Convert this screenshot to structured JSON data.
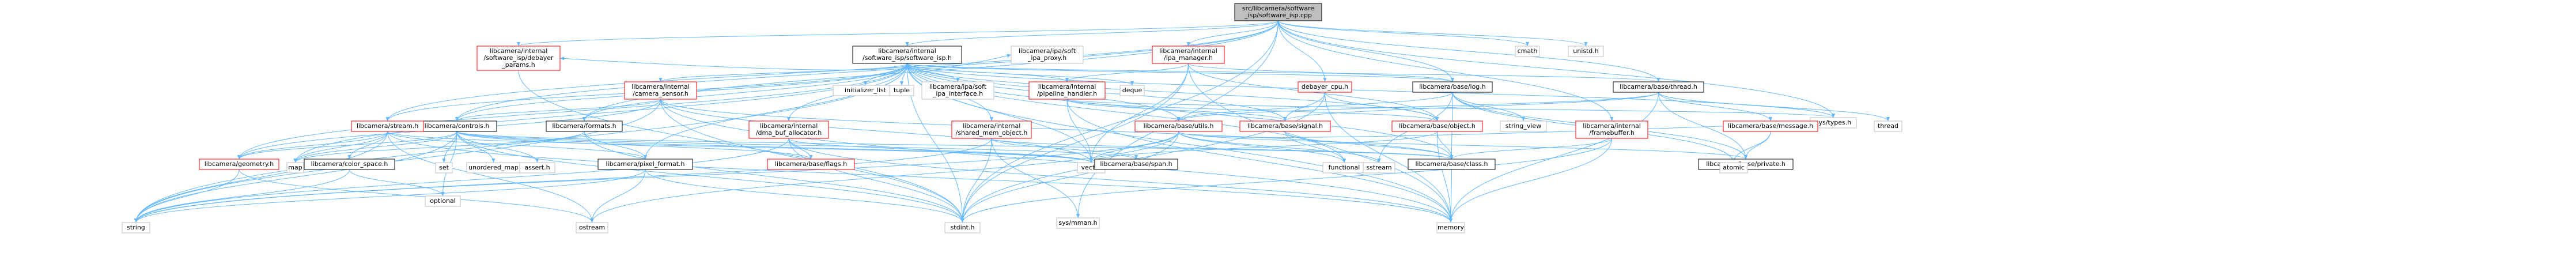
{
  "colors": {
    "edge": "#63b8ff",
    "root_fill": "#bfbfbf",
    "node_border_default": "#000000",
    "node_border_linked": "#ff0000",
    "node_border_system": "#bfbfbf",
    "text": "#000000"
  },
  "nodes": [
    {
      "id": "root",
      "lines": [
        "src/libcamera/software",
        "_isp/software_isp.cpp"
      ],
      "kind": "root"
    },
    {
      "id": "sw_isp_h",
      "lines": [
        "libcamera/internal",
        "/software_isp/software_isp.h"
      ],
      "kind": "default"
    },
    {
      "id": "ipa_manager",
      "lines": [
        "libcamera/internal",
        "/ipa_manager.h"
      ],
      "kind": "linked"
    },
    {
      "id": "debayer_cpu",
      "lines": [
        "debayer_cpu.h"
      ],
      "kind": "linked"
    },
    {
      "id": "base_log",
      "lines": [
        "libcamera/base/log.h"
      ],
      "kind": "default"
    },
    {
      "id": "base_thread",
      "lines": [
        "libcamera/base/thread.h"
      ],
      "kind": "default"
    },
    {
      "id": "cmath",
      "lines": [
        "cmath"
      ],
      "kind": "system"
    },
    {
      "id": "unistd",
      "lines": [
        "unistd.h"
      ],
      "kind": "system"
    },
    {
      "id": "sys_types",
      "lines": [
        "sys/types.h"
      ],
      "kind": "system"
    },
    {
      "id": "sys_mman",
      "lines": [
        "sys/mman.h"
      ],
      "kind": "system"
    },
    {
      "id": "dbg_params",
      "lines": [
        "libcamera/internal",
        "/software_isp/debayer",
        "_params.h"
      ],
      "kind": "linked"
    },
    {
      "id": "formats",
      "lines": [
        "libcamera/formats.h"
      ],
      "kind": "default"
    },
    {
      "id": "controls",
      "lines": [
        "libcamera/controls.h"
      ],
      "kind": "default"
    },
    {
      "id": "stream",
      "lines": [
        "libcamera/stream.h"
      ],
      "kind": "linked"
    },
    {
      "id": "camera_sensor",
      "lines": [
        "libcamera/internal",
        "/camera_sensor.h"
      ],
      "kind": "linked"
    },
    {
      "id": "dma_buf",
      "lines": [
        "libcamera/internal",
        "/dma_buf_allocator.h"
      ],
      "kind": "linked"
    },
    {
      "id": "shared_mem",
      "lines": [
        "libcamera/internal",
        "/shared_mem_object.h"
      ],
      "kind": "linked"
    },
    {
      "id": "pipeline_handler",
      "lines": [
        "libcamera/internal",
        "/pipeline_handler.h"
      ],
      "kind": "linked"
    },
    {
      "id": "initializer_list",
      "lines": [
        "initializer_list"
      ],
      "kind": "system"
    },
    {
      "id": "tuple",
      "lines": [
        "tuple"
      ],
      "kind": "system"
    },
    {
      "id": "ipa_soft_iface",
      "lines": [
        "libcamera/ipa/soft",
        "_ipa_interface.h"
      ],
      "kind": "system"
    },
    {
      "id": "ipa_soft_proxy",
      "lines": [
        "libcamera/ipa/soft",
        "_ipa_proxy.h"
      ],
      "kind": "system"
    },
    {
      "id": "deque",
      "lines": [
        "deque"
      ],
      "kind": "system"
    },
    {
      "id": "base_signal",
      "lines": [
        "libcamera/base/signal.h"
      ],
      "kind": "linked"
    },
    {
      "id": "base_object",
      "lines": [
        "libcamera/base/object.h"
      ],
      "kind": "linked"
    },
    {
      "id": "base_utils",
      "lines": [
        "libcamera/base/utils.h"
      ],
      "kind": "linked"
    },
    {
      "id": "framebuffer",
      "lines": [
        "libcamera/internal",
        "/framebuffer.h"
      ],
      "kind": "linked"
    },
    {
      "id": "base_message",
      "lines": [
        "libcamera/base/message.h"
      ],
      "kind": "linked"
    },
    {
      "id": "string_view",
      "lines": [
        "string_view"
      ],
      "kind": "system"
    },
    {
      "id": "thread",
      "lines": [
        "thread"
      ],
      "kind": "system"
    },
    {
      "id": "geometry",
      "lines": [
        "libcamera/geometry.h"
      ],
      "kind": "linked"
    },
    {
      "id": "color_space",
      "lines": [
        "libcamera/color_space.h"
      ],
      "kind": "default"
    },
    {
      "id": "map",
      "lines": [
        "map"
      ],
      "kind": "system"
    },
    {
      "id": "set",
      "lines": [
        "set"
      ],
      "kind": "system"
    },
    {
      "id": "unordered_map",
      "lines": [
        "unordered_map"
      ],
      "kind": "system"
    },
    {
      "id": "assert_h",
      "lines": [
        "assert.h"
      ],
      "kind": "system"
    },
    {
      "id": "pixel_format",
      "lines": [
        "libcamera/pixel_format.h"
      ],
      "kind": "default"
    },
    {
      "id": "base_flags",
      "lines": [
        "libcamera/base/flags.h"
      ],
      "kind": "linked"
    },
    {
      "id": "vector",
      "lines": [
        "vector"
      ],
      "kind": "system"
    },
    {
      "id": "base_span",
      "lines": [
        "libcamera/base/span.h"
      ],
      "kind": "default"
    },
    {
      "id": "base_class",
      "lines": [
        "libcamera/base/class.h"
      ],
      "kind": "default"
    },
    {
      "id": "base_private",
      "lines": [
        "libcamera/base/private.h"
      ],
      "kind": "default"
    },
    {
      "id": "functional",
      "lines": [
        "functional"
      ],
      "kind": "system"
    },
    {
      "id": "sstream",
      "lines": [
        "sstream"
      ],
      "kind": "system"
    },
    {
      "id": "atomic",
      "lines": [
        "atomic"
      ],
      "kind": "system"
    },
    {
      "id": "string",
      "lines": [
        "string"
      ],
      "kind": "system"
    },
    {
      "id": "optional",
      "lines": [
        "optional"
      ],
      "kind": "system"
    },
    {
      "id": "ostream",
      "lines": [
        "ostream"
      ],
      "kind": "system"
    },
    {
      "id": "stdint",
      "lines": [
        "stdint.h"
      ],
      "kind": "system"
    },
    {
      "id": "memory",
      "lines": [
        "memory"
      ],
      "kind": "system"
    }
  ],
  "edges": [
    [
      "root",
      "sw_isp_h"
    ],
    [
      "root",
      "ipa_manager"
    ],
    [
      "root",
      "debayer_cpu"
    ],
    [
      "root",
      "base_log"
    ],
    [
      "root",
      "base_thread"
    ],
    [
      "root",
      "cmath"
    ],
    [
      "root",
      "unistd"
    ],
    [
      "root",
      "sys_types"
    ],
    [
      "root",
      "sys_mman"
    ],
    [
      "root",
      "dbg_params"
    ],
    [
      "root",
      "formats"
    ],
    [
      "root",
      "controls"
    ],
    [
      "root",
      "stream"
    ],
    [
      "root",
      "stdint"
    ],
    [
      "root",
      "framebuffer"
    ],
    [
      "sw_isp_h",
      "dbg_params"
    ],
    [
      "sw_isp_h",
      "formats"
    ],
    [
      "sw_isp_h",
      "controls"
    ],
    [
      "sw_isp_h",
      "stream"
    ],
    [
      "sw_isp_h",
      "camera_sensor"
    ],
    [
      "sw_isp_h",
      "dma_buf"
    ],
    [
      "sw_isp_h",
      "shared_mem"
    ],
    [
      "sw_isp_h",
      "pipeline_handler"
    ],
    [
      "sw_isp_h",
      "initializer_list"
    ],
    [
      "sw_isp_h",
      "tuple"
    ],
    [
      "sw_isp_h",
      "ipa_soft_iface"
    ],
    [
      "sw_isp_h",
      "ipa_soft_proxy"
    ],
    [
      "sw_isp_h",
      "deque"
    ],
    [
      "sw_isp_h",
      "base_signal"
    ],
    [
      "sw_isp_h",
      "base_object"
    ],
    [
      "sw_isp_h",
      "base_log"
    ],
    [
      "sw_isp_h",
      "base_thread"
    ],
    [
      "sw_isp_h",
      "base_utils"
    ],
    [
      "sw_isp_h",
      "geometry"
    ],
    [
      "sw_isp_h",
      "pixel_format"
    ],
    [
      "sw_isp_h",
      "functional"
    ],
    [
      "sw_isp_h",
      "map"
    ],
    [
      "sw_isp_h",
      "memory"
    ],
    [
      "sw_isp_h",
      "stdint"
    ],
    [
      "sw_isp_h",
      "string"
    ],
    [
      "sw_isp_h",
      "vector"
    ],
    [
      "sw_isp_h",
      "base_class"
    ],
    [
      "sw_isp_h",
      "sys_types"
    ],
    [
      "ipa_manager",
      "base_log"
    ],
    [
      "ipa_manager",
      "base_object"
    ],
    [
      "ipa_manager",
      "pipeline_handler"
    ],
    [
      "ipa_manager",
      "stdint"
    ],
    [
      "ipa_manager",
      "vector"
    ],
    [
      "ipa_manager",
      "memory"
    ],
    [
      "debayer_cpu",
      "base_object"
    ],
    [
      "debayer_cpu",
      "base_signal"
    ],
    [
      "debayer_cpu",
      "stdint"
    ],
    [
      "debayer_cpu",
      "memory"
    ],
    [
      "base_log",
      "string_view"
    ],
    [
      "base_log",
      "sstream"
    ],
    [
      "base_log",
      "atomic"
    ],
    [
      "base_log",
      "base_class"
    ],
    [
      "base_log",
      "base_utils"
    ],
    [
      "base_log",
      "base_private"
    ],
    [
      "base_thread",
      "thread"
    ],
    [
      "base_thread",
      "memory"
    ],
    [
      "base_thread",
      "sys_types"
    ],
    [
      "base_thread",
      "base_message"
    ],
    [
      "base_thread",
      "base_signal"
    ],
    [
      "base_thread",
      "base_utils"
    ],
    [
      "base_thread",
      "base_private"
    ],
    [
      "base_message",
      "atomic"
    ],
    [
      "base_message",
      "base_private"
    ],
    [
      "base_object",
      "memory"
    ],
    [
      "base_object",
      "vector"
    ],
    [
      "base_object",
      "base_class"
    ],
    [
      "base_utils",
      "vector"
    ],
    [
      "base_utils",
      "string"
    ],
    [
      "base_utils",
      "sstream"
    ],
    [
      "base_utils",
      "stdint"
    ],
    [
      "base_utils",
      "functional"
    ],
    [
      "base_utils",
      "ostream"
    ],
    [
      "base_utils",
      "base_private"
    ],
    [
      "base_utils",
      "sys_types"
    ],
    [
      "base_signal",
      "functional"
    ],
    [
      "base_signal",
      "base_class"
    ],
    [
      "framebuffer",
      "base_class"
    ],
    [
      "framebuffer",
      "stdint"
    ],
    [
      "framebuffer",
      "memory"
    ],
    [
      "dbg_params",
      "stdint"
    ],
    [
      "formats",
      "map"
    ],
    [
      "formats",
      "stdint"
    ],
    [
      "formats",
      "pixel_format"
    ],
    [
      "controls",
      "assert_h"
    ],
    [
      "controls",
      "map"
    ],
    [
      "controls",
      "optional"
    ],
    [
      "controls",
      "set"
    ],
    [
      "controls",
      "stdint"
    ],
    [
      "controls",
      "string"
    ],
    [
      "controls",
      "unordered_map"
    ],
    [
      "controls",
      "vector"
    ],
    [
      "controls",
      "base_class"
    ],
    [
      "controls",
      "base_flags"
    ],
    [
      "controls",
      "base_span"
    ],
    [
      "controls",
      "geometry"
    ],
    [
      "stream",
      "map"
    ],
    [
      "stream",
      "memory"
    ],
    [
      "stream",
      "ostream"
    ],
    [
      "stream",
      "string"
    ],
    [
      "stream",
      "vector"
    ],
    [
      "stream",
      "color_space"
    ],
    [
      "stream",
      "geometry"
    ],
    [
      "stream",
      "pixel_format"
    ],
    [
      "camera_sensor",
      "geometry"
    ],
    [
      "camera_sensor",
      "controls"
    ],
    [
      "camera_sensor",
      "memory"
    ],
    [
      "camera_sensor",
      "string"
    ],
    [
      "camera_sensor",
      "vector"
    ],
    [
      "camera_sensor",
      "stdint"
    ],
    [
      "camera_sensor",
      "base_class"
    ],
    [
      "dma_buf",
      "base_flags"
    ],
    [
      "dma_buf",
      "stdint"
    ],
    [
      "dma_buf",
      "vector"
    ],
    [
      "dma_buf",
      "string"
    ],
    [
      "dma_buf",
      "memory"
    ],
    [
      "shared_mem",
      "stdint"
    ],
    [
      "shared_mem",
      "string"
    ],
    [
      "shared_mem",
      "sys_mman"
    ],
    [
      "shared_mem",
      "base_class"
    ],
    [
      "shared_mem",
      "base_span"
    ],
    [
      "pipeline_handler",
      "base_object"
    ],
    [
      "pipeline_handler",
      "base_signal"
    ],
    [
      "pipeline_handler",
      "vector"
    ],
    [
      "pipeline_handler",
      "memory"
    ],
    [
      "pipeline_handler",
      "sys_types"
    ],
    [
      "geometry",
      "string"
    ],
    [
      "geometry",
      "ostream"
    ],
    [
      "geometry",
      "algorithm_placeholder"
    ],
    [
      "color_space",
      "string"
    ],
    [
      "color_space",
      "optional"
    ],
    [
      "pixel_format",
      "stdint"
    ],
    [
      "pixel_format",
      "ostream"
    ],
    [
      "pixel_format",
      "string"
    ],
    [
      "base_class",
      "memory"
    ]
  ]
}
